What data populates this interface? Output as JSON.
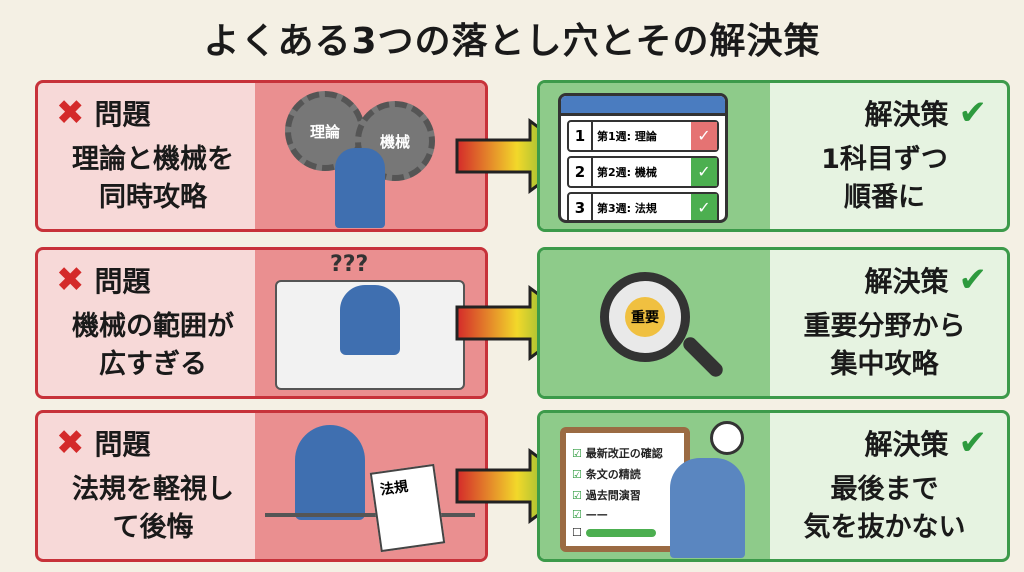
{
  "title": "よくある3つの落とし穴とその解決策",
  "problem_label": "問題",
  "solution_label": "解決策",
  "rows": [
    {
      "problem": [
        "理論と機械を",
        "同時攻略"
      ],
      "solution": [
        "1科目ずつ",
        "順番に"
      ],
      "problem_ill": {
        "gear1": "理論",
        "gear2": "機械"
      },
      "solution_ill": {
        "weeks": [
          {
            "n": "1",
            "text": "第1週: 理論"
          },
          {
            "n": "2",
            "text": "第2週: 機械"
          },
          {
            "n": "3",
            "text": "第3週: 法規"
          }
        ]
      }
    },
    {
      "problem": [
        "機械の範囲が",
        "広すぎる"
      ],
      "solution": [
        "重要分野から",
        "集中攻略"
      ],
      "problem_ill": {
        "marks": "???"
      },
      "solution_ill": {
        "lens": "重要"
      }
    },
    {
      "problem": [
        "法規を軽視し",
        "て後悔"
      ],
      "solution": [
        "最後まで",
        "気を抜かない"
      ],
      "problem_ill": {
        "paper": "法規"
      },
      "solution_ill": {
        "checklist": [
          "最新改正の確認",
          "条文の精読",
          "過去問演習"
        ]
      }
    }
  ],
  "colors": {
    "problem": "#c7323a",
    "solution": "#3c9a4a"
  }
}
